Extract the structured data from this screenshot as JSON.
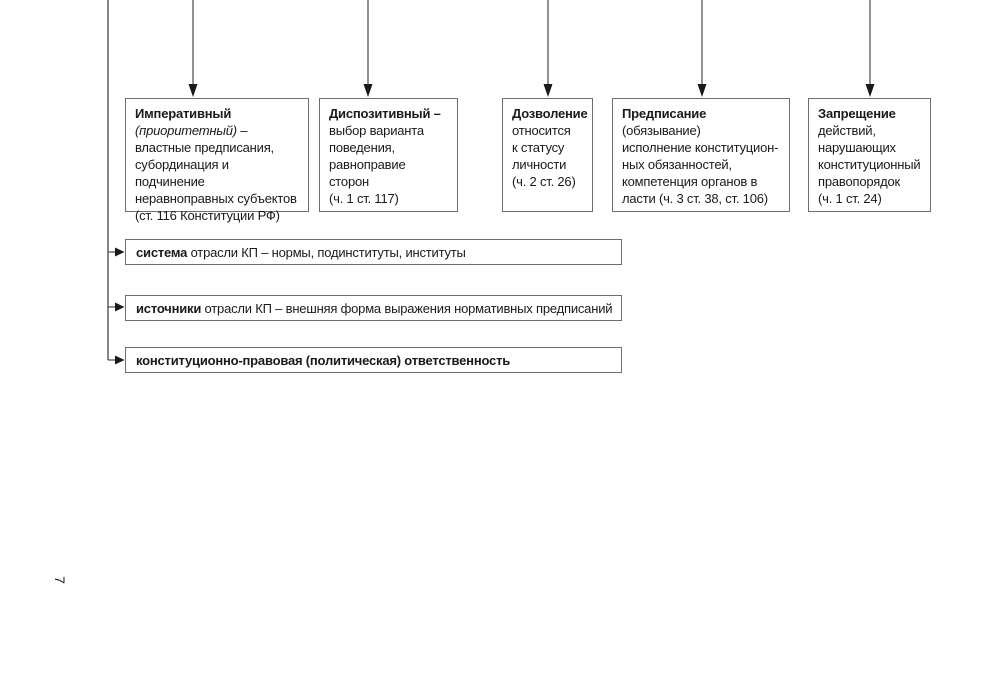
{
  "page": {
    "number": "7",
    "background": "#ffffff",
    "border_color": "#6e6e6e",
    "line_color": "#4a4a4a",
    "arrow_color": "#1a1a1a"
  },
  "boxes": [
    {
      "title": "Императивный",
      "italic": "(приоритетный) –",
      "body": "властные предписания,\nсубординация и подчинение\nнеравноправных субъектов\n(ст. 116 Конституции РФ)"
    },
    {
      "title": "Диспозитивный –",
      "body": "выбор варианта\nповедения,\nравноправие сторон\n(ч. 1 ст. 117)"
    },
    {
      "title": "Дозволение",
      "body": "относится\nк статусу\nличности\n(ч. 2 ст. 26)"
    },
    {
      "title": "Предписание",
      "title_rest": " (обязывание)",
      "body": "исполнение конституцион-\nных обязанностей,\nкомпетенция органов в\nласти (ч. 3 ст. 38, ст. 106)"
    },
    {
      "title": "Запрещение",
      "body": "действий,\nнарушающих\nконституционный\nправопорядок\n(ч. 1 ст. 24)"
    }
  ],
  "rows": [
    {
      "lead": "система",
      "rest": " отрасли КП – нормы, подинституты, институты"
    },
    {
      "lead": "источники",
      "rest": " отрасли КП – внешняя форма выражения нормативных предписаний"
    },
    {
      "lead": "конституционно-правовая (политическая) ответственность",
      "rest": ""
    }
  ]
}
